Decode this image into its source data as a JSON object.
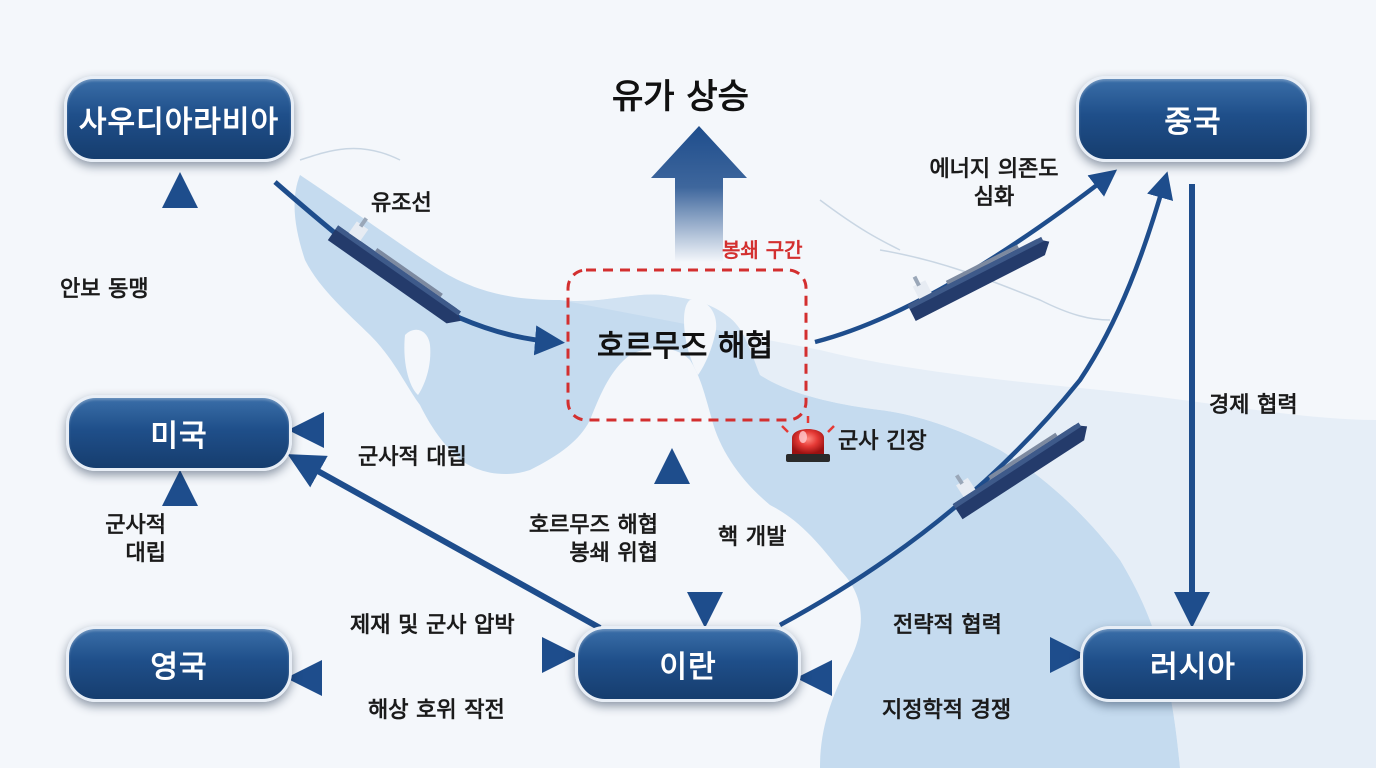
{
  "nodes": {
    "saudi": "사우디아라비아",
    "china": "중국",
    "usa": "미국",
    "uk": "영국",
    "iran": "이란",
    "russia": "러시아"
  },
  "center": {
    "oil_price": "유가 상승",
    "blockade_zone": "봉쇄 구간",
    "strait": "호르무즈 해협",
    "tanker": "유조선",
    "military_tension": "군사 긴장"
  },
  "relations": {
    "security_alliance": "안보 동맹",
    "military_conflict_top": "군사적 대립",
    "military_conflict_left_1": "군사적",
    "military_conflict_left_2": "대립",
    "hormuz_threat_1": "호르무즈 해협",
    "hormuz_threat_2": "봉쇄 위협",
    "nuclear_dev": "핵 개발",
    "sanctions": "제재 및 군사 압박",
    "maritime_escort": "해상 호위 작전",
    "strategic_coop": "전략적 협력",
    "geopolitical_comp": "지정학적 경쟁",
    "energy_dep_1": "에너지 의존도",
    "energy_dep_2": "심화",
    "economic_coop": "경제 협력"
  },
  "colors": {
    "node_blue": "#1f4f8a",
    "arrow_blue": "#1e4d8c",
    "water": "#bcd6ec",
    "alert_red": "#d62828",
    "blockade_dash": "#d32f2f"
  }
}
